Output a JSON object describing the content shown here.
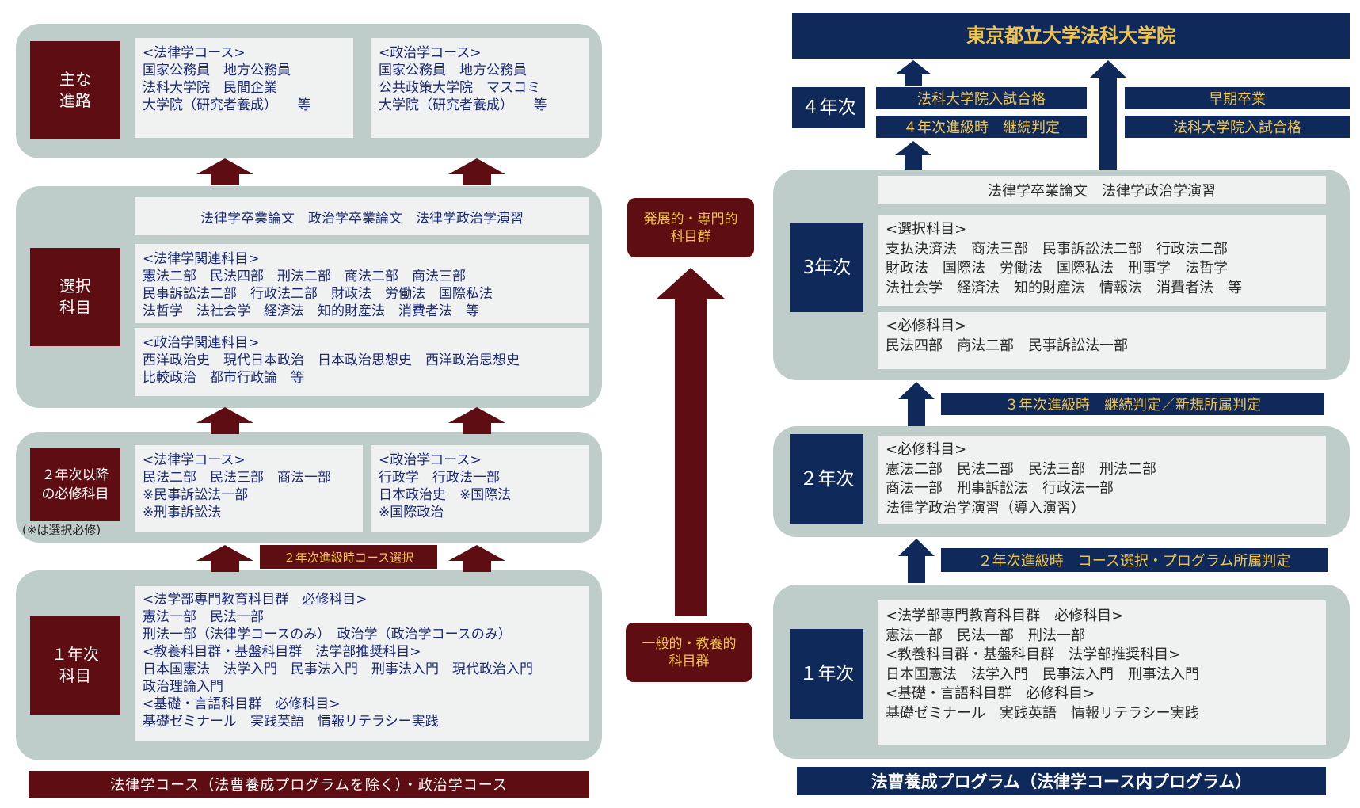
{
  "colors": {
    "maroon": "#5e0e12",
    "navy": "#0f2a5a",
    "panel": "#bfcdca",
    "gold": "#f2c44a",
    "text_navy": "#1a2a78"
  },
  "left": {
    "careers": {
      "label": "主な\n進路",
      "law": "<法律学コース>\n国家公務員　地方公務員\n法科大学院　民間企業\n大学院（研究者養成）　　等",
      "pol": "<政治学コース>\n国家公務員　地方公務員\n公共政策大学院　マスコミ\n大学院（研究者養成）　　等"
    },
    "elective": {
      "label": "選択\n科目",
      "top": "法律学卒業論文　政治学卒業論文　法律学政治学演習",
      "law_related": "<法律学関連科目>\n憲法二部　民法四部　刑法二部　商法二部　商法三部\n民事訴訟法二部　行政法二部　財政法　労働法　国際私法\n法哲学　法社会学　経済法　知的財産法　消費者法　等",
      "pol_related": "<政治学関連科目>\n西洋政治史　現代日本政治　日本政治思想史　西洋政治思想史\n比較政治　都市行政論　等"
    },
    "year2": {
      "label": "２年次以降\nの必修科目",
      "note": "(※は選択必修)",
      "law": "<法律学コース>\n民法二部　民法三部　商法一部\n※民事訴訟法一部\n※刑事訴訟法",
      "pol": "<政治学コース>\n行政学　行政法一部\n日本政治史　※国際法\n※国際政治",
      "banner": "２年次進級時コース選択"
    },
    "year1": {
      "label": "１年次\n科目",
      "body": "<法学部専門教育科目群　必修科目>\n憲法一部　民法一部\n刑法一部（法律学コースのみ）　政治学（政治学コースのみ）\n<教養科目群・基盤科目群　法学部推奨科目>\n日本国憲法　法学入門　民事法入門　刑事法入門　現代政治入門\n政治理論入門\n<基礎・言語科目群　必修科目>\n基礎ゼミナール　実践英語　情報リテラシー実践"
    },
    "footer": "法律学コース（法曹養成プログラムを除く）・政治学コース"
  },
  "middle": {
    "top_label": "発展的・専門的\n科目群",
    "bottom_label": "一般的・教養的\n科目群"
  },
  "right": {
    "header": "東京都立大学法科大学院",
    "year4": {
      "label": "４年次",
      "pass": "法科大学院入試合格",
      "judge": "４年次進級時　継続判定",
      "early": "早期卒業",
      "pass2": "法科大学院入試合格"
    },
    "year3": {
      "label": "3年次",
      "top": "法律学卒業論文　法律学政治学演習",
      "elective": "<選択科目>\n支払決済法　商法三部　民事訴訟法二部　行政法二部\n財政法　国際法　労働法　国際私法　刑事学　法哲学\n法社会学　経済法　知的財産法　情報法　消費者法　等",
      "required": "<必修科目>\n民法四部　商法二部　民事訴訟法一部",
      "banner": "３年次進級時　継続判定／新規所属判定"
    },
    "year2": {
      "label": "２年次",
      "required": "<必修科目>\n憲法二部　民法二部　民法三部　刑法二部\n商法一部　刑事訴訟法　行政法一部\n法律学政治学演習（導入演習）",
      "banner": "２年次進級時　コース選択・プログラム所属判定"
    },
    "year1": {
      "label": "１年次",
      "body": "<法学部専門教育科目群　必修科目>\n憲法一部　民法一部　刑法一部\n<教養科目群・基盤科目群　法学部推奨科目>\n日本国憲法　法学入門　民事法入門　刑事法入門\n<基礎・言語科目群　必修科目>\n基礎ゼミナール　実践英語　情報リテラシー実践"
    },
    "footer": "法曹養成プログラム（法律学コース内プログラム）"
  }
}
